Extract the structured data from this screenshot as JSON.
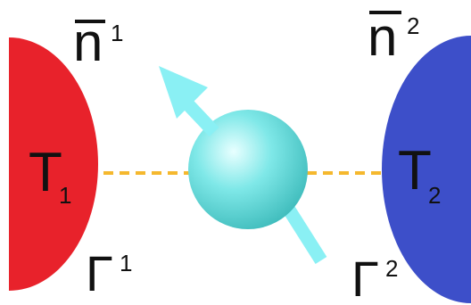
{
  "left_reservoir": {
    "color": "#e8222b",
    "temperature": {
      "symbol": "T",
      "subscript": "1"
    },
    "occupation": {
      "symbol": "n",
      "superscript": "1"
    },
    "coupling": {
      "symbol": "Γ",
      "superscript": "1"
    }
  },
  "right_reservoir": {
    "color": "#3d4fc9",
    "temperature": {
      "symbol": "T",
      "subscript": "2"
    },
    "occupation": {
      "symbol": "n",
      "superscript": "2"
    },
    "coupling": {
      "symbol": "Γ",
      "superscript": "2"
    }
  },
  "spin": {
    "sphere_color": "#7fe8e8",
    "arrow_color": "#8af0f4"
  },
  "coupling_line_color": "#f5b82e"
}
